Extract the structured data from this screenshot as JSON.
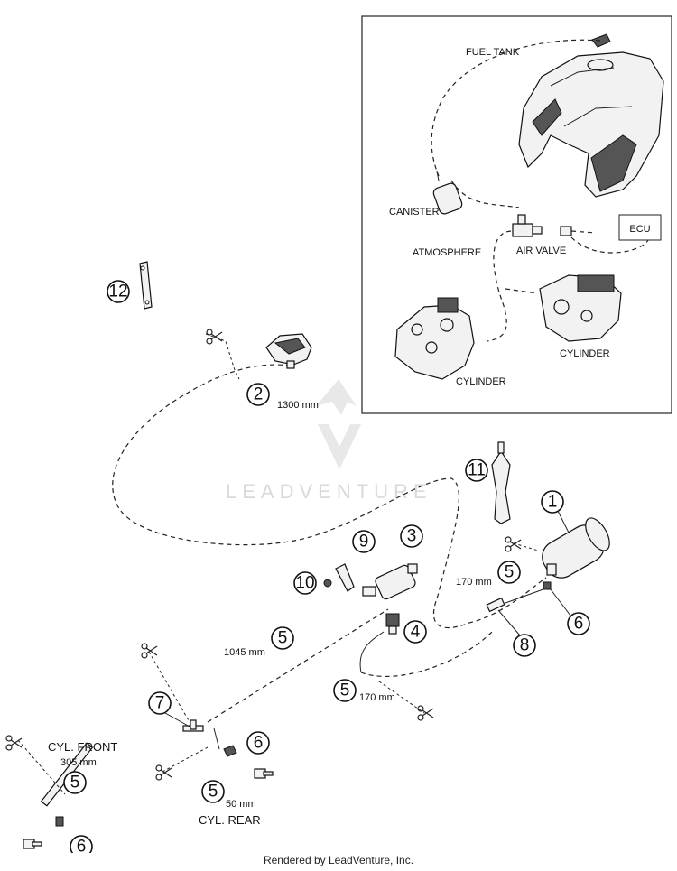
{
  "inset": {
    "fuel_tank": "FUEL TANK",
    "canister": "CANISTER",
    "atmosphere": "ATMOSPHERE",
    "air_valve": "AIR VALVE",
    "ecu": "ECU",
    "cylinder_left": "CYLINDER",
    "cylinder_right": "CYLINDER"
  },
  "watermark": "LEADVENTURE",
  "measurements": {
    "m1300": "1300 mm",
    "m170_upper": "170 mm",
    "m1045": "1045 mm",
    "m170_lower": "170 mm",
    "m305": "305 mm",
    "m50": "50 mm"
  },
  "labels": {
    "cyl_front": "CYL. FRONT",
    "cyl_rear": "CYL. REAR"
  },
  "callouts": {
    "c1": "1",
    "c2": "2",
    "c3": "3",
    "c4": "4",
    "c5a": "5",
    "c5b": "5",
    "c5c": "5",
    "c5d": "5",
    "c5e": "5",
    "c6a": "6",
    "c6b": "6",
    "c6c": "6",
    "c7": "7",
    "c8": "8",
    "c9": "9",
    "c10": "10",
    "c11": "11",
    "c12": "12"
  },
  "footer": "Rendered by LeadVenture, Inc."
}
